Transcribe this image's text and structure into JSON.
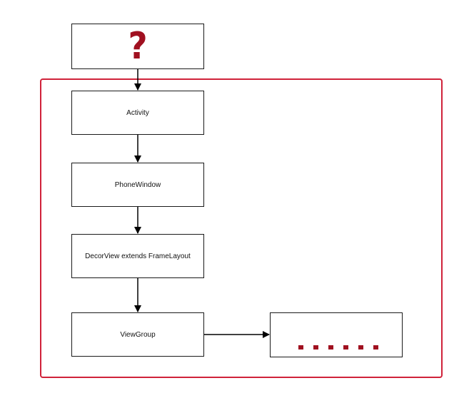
{
  "diagram": {
    "nodes": {
      "question": {
        "label": "?"
      },
      "activity": {
        "label": "Activity"
      },
      "phonewindow": {
        "label": "PhoneWindow"
      },
      "decorview": {
        "label": "DecorView extends FrameLayout"
      },
      "viewgroup": {
        "label": "ViewGroup"
      },
      "more": {
        "label": "",
        "dots": 6
      }
    },
    "edges": [
      {
        "from": "question",
        "to": "activity"
      },
      {
        "from": "activity",
        "to": "phonewindow"
      },
      {
        "from": "phonewindow",
        "to": "decorview"
      },
      {
        "from": "decorview",
        "to": "viewgroup"
      },
      {
        "from": "viewgroup",
        "to": "more"
      }
    ],
    "colors": {
      "frame": "#d0223a",
      "accent": "#a01020",
      "stroke": "#1a1a1a"
    }
  }
}
